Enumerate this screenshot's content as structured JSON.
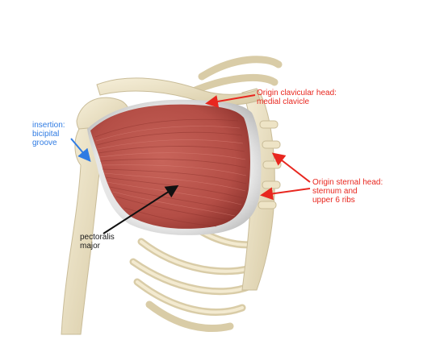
{
  "labels": {
    "insertion": {
      "lines": [
        "insertion:",
        "bicipital",
        "groove"
      ],
      "color": "#2f7be3"
    },
    "origin_clavicular": {
      "lines": [
        "Origin clavicular head:",
        "medial clavicle"
      ],
      "color": "#e8271f"
    },
    "origin_sternal": {
      "lines": [
        "Origin sternal head:",
        "sternum and",
        "upper 6 ribs"
      ],
      "color": "#e8271f"
    },
    "muscle": {
      "lines": [
        "pectoralis",
        "major"
      ],
      "color": "#1a1a1a"
    }
  },
  "colors": {
    "bone": "#efe5c8",
    "bone_shadow": "#c9bc98",
    "muscle": "#c0564d",
    "muscle_dark": "#9e3a33",
    "fascia": "#d9d9d9"
  }
}
